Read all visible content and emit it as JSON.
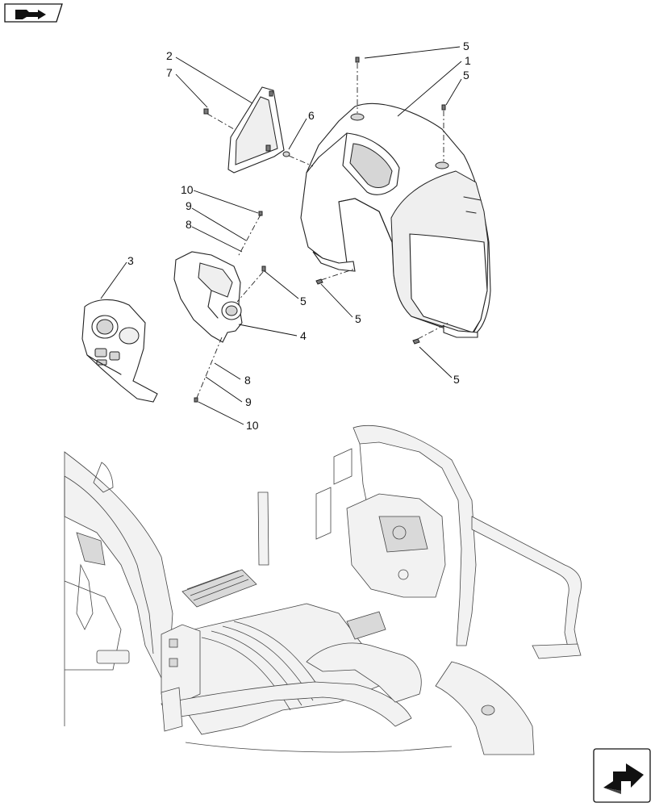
{
  "callouts": {
    "c1": "1",
    "c2": "2",
    "c3": "3",
    "c4": "4",
    "c5a": "5",
    "c5b": "5",
    "c5c": "5",
    "c5d": "5",
    "c5e": "5",
    "c6": "6",
    "c7": "7",
    "c8a": "8",
    "c8b": "8",
    "c9a": "9",
    "c9b": "9",
    "c10a": "10",
    "c10b": "10"
  },
  "icons": {
    "top_left": "book-arrow-icon",
    "bottom_right": "next-page-arrow-icon"
  }
}
